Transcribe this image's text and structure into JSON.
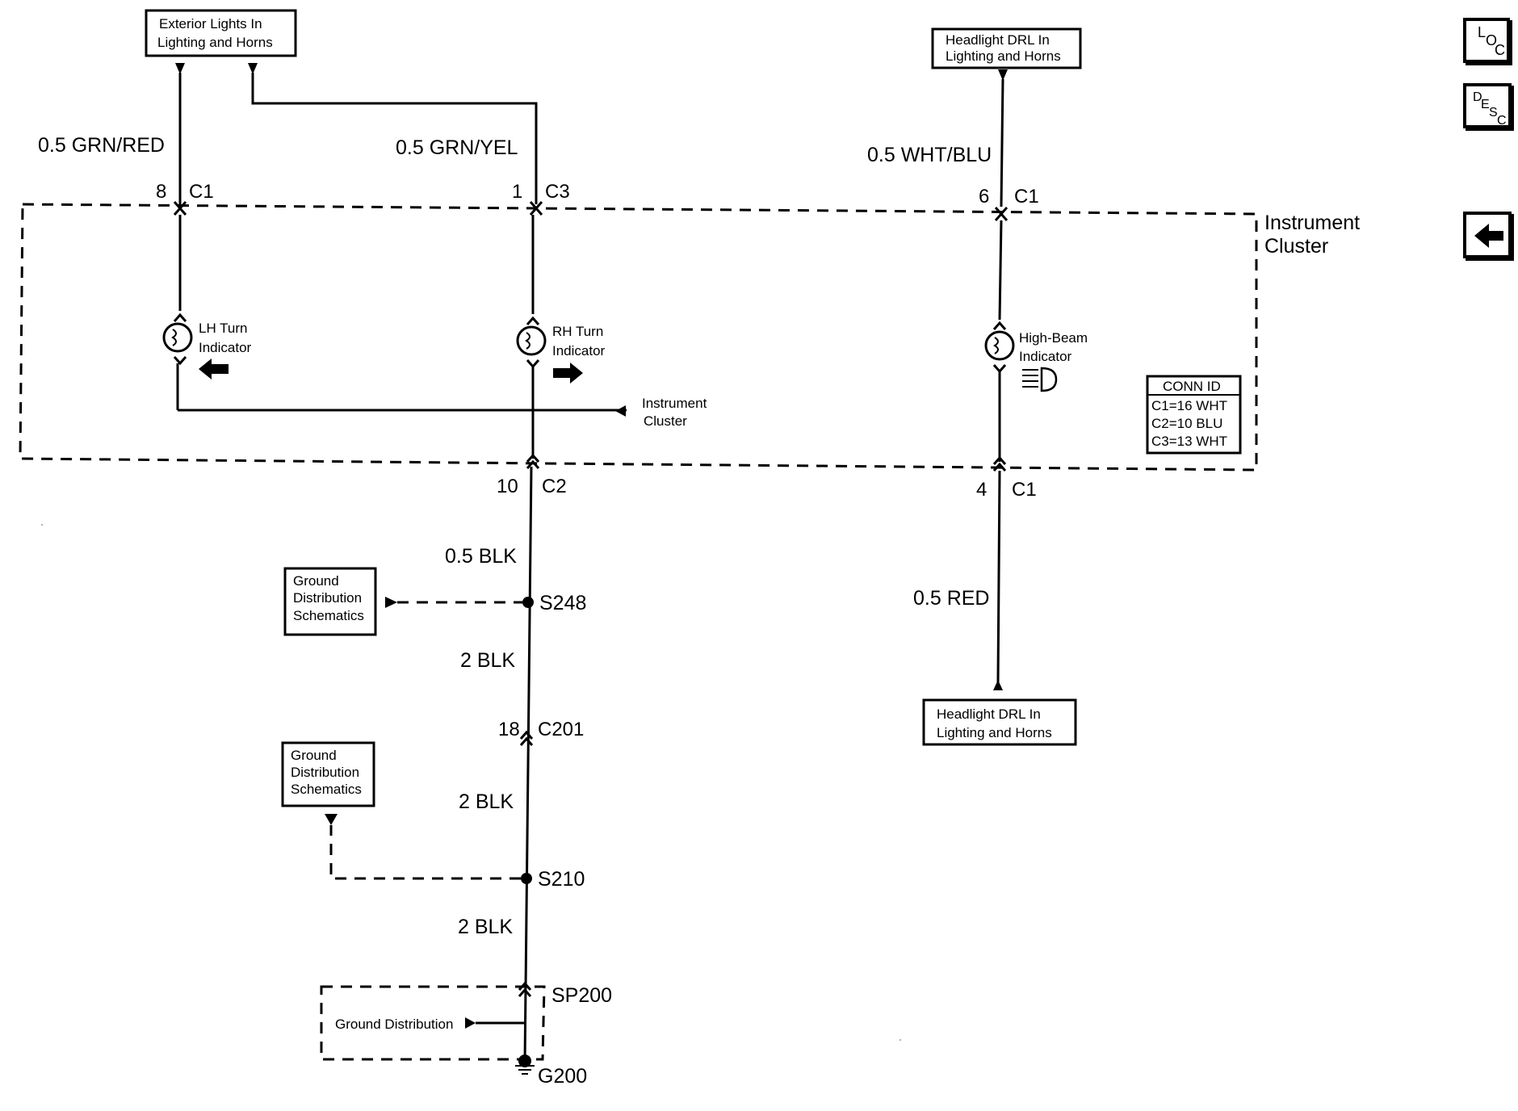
{
  "boxes": {
    "exterior_lights": [
      "Exterior Lights In",
      "Lighting and Horns"
    ],
    "headlight_drl_top": [
      "Headlight DRL In",
      "Lighting and Horns"
    ],
    "headlight_drl_bottom": [
      "Headlight DRL In",
      "Lighting and Horns"
    ],
    "ground_dist_1": [
      "Ground",
      "Distribution",
      "Schematics"
    ],
    "ground_dist_2": [
      "Ground",
      "Distribution",
      "Schematics"
    ],
    "ground_distribution": "Ground Distribution"
  },
  "wires": {
    "grn_red": "0.5 GRN/RED",
    "grn_yel": "0.5 GRN/YEL",
    "wht_blu": "0.5 WHT/BLU",
    "blk_05": "0.5 BLK",
    "blk_2a": "2 BLK",
    "blk_2b": "2 BLK",
    "blk_2c": "2 BLK",
    "red": "0.5 RED"
  },
  "connectors": {
    "c1_lh": {
      "pin": "8",
      "name": "C1"
    },
    "c3_rh": {
      "pin": "1",
      "name": "C3"
    },
    "c1_hb": {
      "pin": "6",
      "name": "C1"
    },
    "c2": {
      "pin": "10",
      "name": "C2"
    },
    "c1_bottom": {
      "pin": "4",
      "name": "C1"
    },
    "c201": {
      "pin": "18",
      "name": "C201"
    }
  },
  "splices": {
    "s248": "S248",
    "s210": "S210",
    "sp200": "SP200",
    "g200": "G200"
  },
  "components": {
    "lh_turn": [
      "LH Turn",
      "Indicator"
    ],
    "rh_turn": [
      "RH Turn",
      "Indicator"
    ],
    "high_beam": [
      "High-Beam",
      "Indicator"
    ],
    "cluster_ref": [
      "Instrument",
      "Cluster"
    ]
  },
  "instrument_cluster": [
    "Instrument",
    "Cluster"
  ],
  "conn_id": {
    "title": "CONN ID",
    "rows": [
      "C1=16 WHT",
      "C2=10 BLU",
      "C3=13 WHT"
    ]
  },
  "side_buttons": {
    "loc": {
      "l1": "L",
      "l2": "O",
      "l3": "C"
    },
    "desc": {
      "l1": "D",
      "l2": "E",
      "l3": "S",
      "l4": "C"
    }
  }
}
